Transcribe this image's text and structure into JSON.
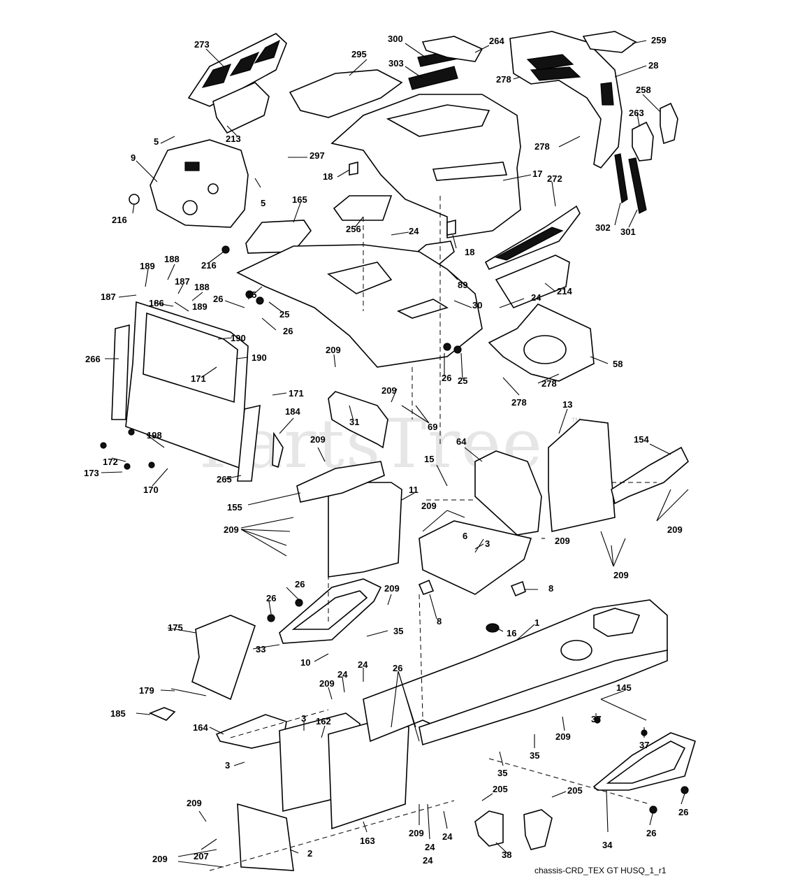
{
  "watermark": "PartsTree",
  "watermark_tm": "TM",
  "caption": "chassis-CRD_TEX GT HUSQ_1_r1",
  "callouts": [
    {
      "id": "c273",
      "text": "273"
    },
    {
      "id": "c295",
      "text": "295"
    },
    {
      "id": "c300",
      "text": "300"
    },
    {
      "id": "c264",
      "text": "264"
    },
    {
      "id": "c259",
      "text": "259"
    },
    {
      "id": "c303",
      "text": "303"
    },
    {
      "id": "c278a",
      "text": "278"
    },
    {
      "id": "c28",
      "text": "28"
    },
    {
      "id": "c258",
      "text": "258"
    },
    {
      "id": "c213",
      "text": "213"
    },
    {
      "id": "c5a",
      "text": "5"
    },
    {
      "id": "c297",
      "text": "297"
    },
    {
      "id": "c263",
      "text": "263"
    },
    {
      "id": "c278b",
      "text": "278"
    },
    {
      "id": "c9",
      "text": "9"
    },
    {
      "id": "c18a",
      "text": "18"
    },
    {
      "id": "c17",
      "text": "17"
    },
    {
      "id": "c5b",
      "text": "5"
    },
    {
      "id": "c165",
      "text": "165"
    },
    {
      "id": "c272",
      "text": "272"
    },
    {
      "id": "c216a",
      "text": "216"
    },
    {
      "id": "c256",
      "text": "256"
    },
    {
      "id": "c24a",
      "text": "24"
    },
    {
      "id": "c302",
      "text": "302"
    },
    {
      "id": "c301",
      "text": "301"
    },
    {
      "id": "c18b",
      "text": "18"
    },
    {
      "id": "c216b",
      "text": "216"
    },
    {
      "id": "c189a",
      "text": "189"
    },
    {
      "id": "c188a",
      "text": "188"
    },
    {
      "id": "c89",
      "text": "89"
    },
    {
      "id": "c187a",
      "text": "187"
    },
    {
      "id": "c187b",
      "text": "187"
    },
    {
      "id": "c188b",
      "text": "188"
    },
    {
      "id": "c214",
      "text": "214"
    },
    {
      "id": "c186",
      "text": "186"
    },
    {
      "id": "c26a",
      "text": "26"
    },
    {
      "id": "c25a",
      "text": "25"
    },
    {
      "id": "c25b",
      "text": "25"
    },
    {
      "id": "c189b",
      "text": "189"
    },
    {
      "id": "c30",
      "text": "30"
    },
    {
      "id": "c26b",
      "text": "26"
    },
    {
      "id": "c24b",
      "text": "24"
    },
    {
      "id": "c190a",
      "text": "190"
    },
    {
      "id": "c209a",
      "text": "209"
    },
    {
      "id": "c266",
      "text": "266"
    },
    {
      "id": "c190b",
      "text": "190"
    },
    {
      "id": "c58",
      "text": "58"
    },
    {
      "id": "c26c",
      "text": "26"
    },
    {
      "id": "c25c",
      "text": "25"
    },
    {
      "id": "c171a",
      "text": "171"
    },
    {
      "id": "c278c",
      "text": "278"
    },
    {
      "id": "c209b",
      "text": "209"
    },
    {
      "id": "c171b",
      "text": "171"
    },
    {
      "id": "c278d",
      "text": "278"
    },
    {
      "id": "c69",
      "text": "69"
    },
    {
      "id": "c184",
      "text": "184"
    },
    {
      "id": "c13",
      "text": "13"
    },
    {
      "id": "c31",
      "text": "31"
    },
    {
      "id": "c198",
      "text": "198"
    },
    {
      "id": "c209c",
      "text": "209"
    },
    {
      "id": "c154",
      "text": "154"
    },
    {
      "id": "c64",
      "text": "64"
    },
    {
      "id": "c15",
      "text": "15"
    },
    {
      "id": "c172",
      "text": "172"
    },
    {
      "id": "c173",
      "text": "173"
    },
    {
      "id": "c265",
      "text": "265"
    },
    {
      "id": "c170",
      "text": "170"
    },
    {
      "id": "c11",
      "text": "11"
    },
    {
      "id": "c155",
      "text": "155"
    },
    {
      "id": "c209d",
      "text": "209"
    },
    {
      "id": "c209e",
      "text": "209"
    },
    {
      "id": "c209f",
      "text": "209"
    },
    {
      "id": "c6",
      "text": "6"
    },
    {
      "id": "c209g",
      "text": "209"
    },
    {
      "id": "c3a",
      "text": "3"
    },
    {
      "id": "c209h",
      "text": "209"
    },
    {
      "id": "c26d",
      "text": "26"
    },
    {
      "id": "c209i",
      "text": "209"
    },
    {
      "id": "c8a",
      "text": "8"
    },
    {
      "id": "c26e",
      "text": "26"
    },
    {
      "id": "c8b",
      "text": "8"
    },
    {
      "id": "c175",
      "text": "175"
    },
    {
      "id": "c1",
      "text": "1"
    },
    {
      "id": "c35a",
      "text": "35"
    },
    {
      "id": "c16",
      "text": "16"
    },
    {
      "id": "c33",
      "text": "33"
    },
    {
      "id": "c10",
      "text": "10"
    },
    {
      "id": "c24c",
      "text": "24"
    },
    {
      "id": "c24d",
      "text": "24"
    },
    {
      "id": "c26f",
      "text": "26"
    },
    {
      "id": "c209j",
      "text": "209"
    },
    {
      "id": "c179",
      "text": "179"
    },
    {
      "id": "c145",
      "text": "145"
    },
    {
      "id": "c185",
      "text": "185"
    },
    {
      "id": "c37a",
      "text": "37"
    },
    {
      "id": "c3b",
      "text": "3"
    },
    {
      "id": "c162",
      "text": "162"
    },
    {
      "id": "c164",
      "text": "164"
    },
    {
      "id": "c209k",
      "text": "209"
    },
    {
      "id": "c37b",
      "text": "37"
    },
    {
      "id": "c35b",
      "text": "35"
    },
    {
      "id": "c3c",
      "text": "3"
    },
    {
      "id": "c35c",
      "text": "35"
    },
    {
      "id": "c205a",
      "text": "205"
    },
    {
      "id": "c205b",
      "text": "205"
    },
    {
      "id": "c26g",
      "text": "26"
    },
    {
      "id": "c209l",
      "text": "209"
    },
    {
      "id": "c26h",
      "text": "26"
    },
    {
      "id": "c163",
      "text": "163"
    },
    {
      "id": "c209m",
      "text": "209"
    },
    {
      "id": "c24e",
      "text": "24"
    },
    {
      "id": "c24f",
      "text": "24"
    },
    {
      "id": "c34",
      "text": "34"
    },
    {
      "id": "c2",
      "text": "2"
    },
    {
      "id": "c207",
      "text": "207"
    },
    {
      "id": "c38",
      "text": "38"
    },
    {
      "id": "c209n",
      "text": "209"
    },
    {
      "id": "c24g",
      "text": "24"
    }
  ]
}
